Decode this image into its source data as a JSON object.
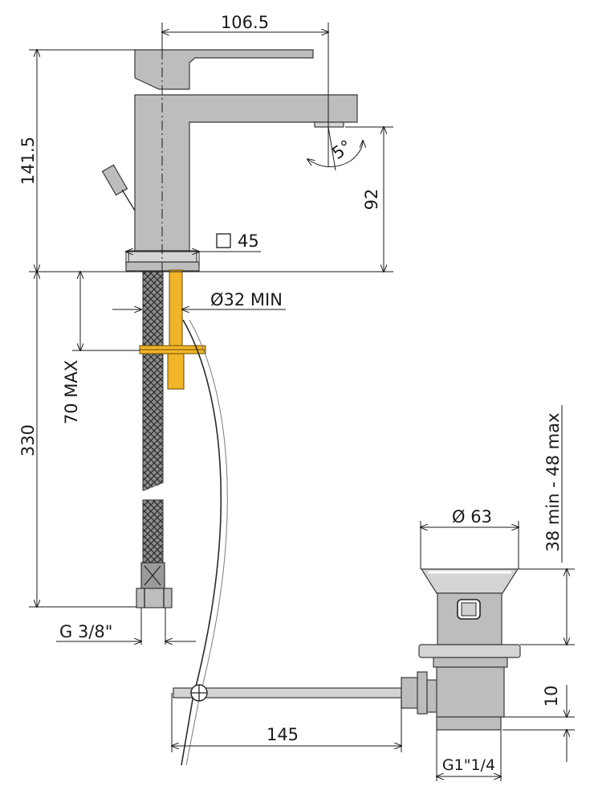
{
  "dimensions": {
    "spout_reach": "106.5",
    "total_height": "141.5",
    "outlet_height": "92",
    "spout_angle": "5°",
    "base_square": "45",
    "hole_diameter": "Ø32 MIN",
    "deck_thickness": "70 MAX",
    "hose_length": "330",
    "hose_thread": "G 3/8\"",
    "rod_length": "145",
    "waste_head_diameter": "Ø 63",
    "basin_thickness": "38 min - 48 max",
    "waste_tail_height": "10",
    "waste_thread": "G1\"1/4"
  },
  "colors": {
    "metal": "#bdbdbd",
    "brass": "#f0b528",
    "lines": "#1a1a1a"
  }
}
